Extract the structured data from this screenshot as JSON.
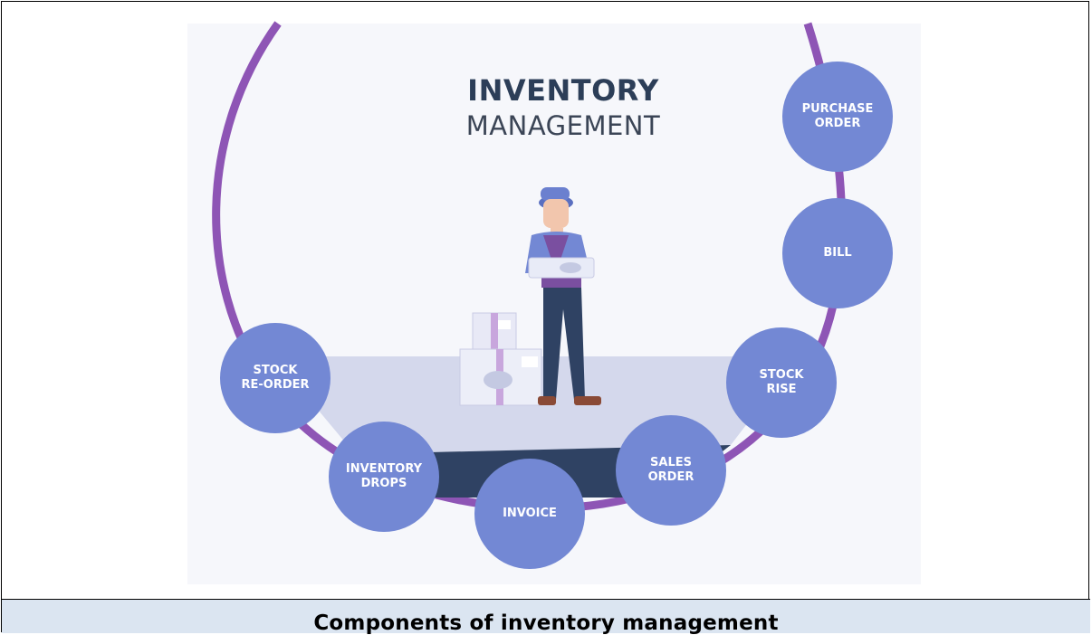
{
  "diagram": {
    "title_line1": "INVENTORY",
    "title_line2": "MANAGEMENT",
    "nodes": [
      {
        "id": "purchase-order",
        "label": "PURCHASE\nORDER"
      },
      {
        "id": "bill",
        "label": "BILL"
      },
      {
        "id": "stock-rise",
        "label": "STOCK\nRISE"
      },
      {
        "id": "sales-order",
        "label": "SALES\nORDER"
      },
      {
        "id": "invoice",
        "label": "INVOICE"
      },
      {
        "id": "inventory-drops",
        "label": "INVENTORY\nDROPS"
      },
      {
        "id": "stock-reorder",
        "label": "STOCK\nRE-ORDER"
      }
    ]
  },
  "caption": "Components of inventory management",
  "colors": {
    "ring": "#8e55b5",
    "node": "#7388d4",
    "title": "#2c3e58",
    "caption_bg": "#dbe5f1"
  }
}
